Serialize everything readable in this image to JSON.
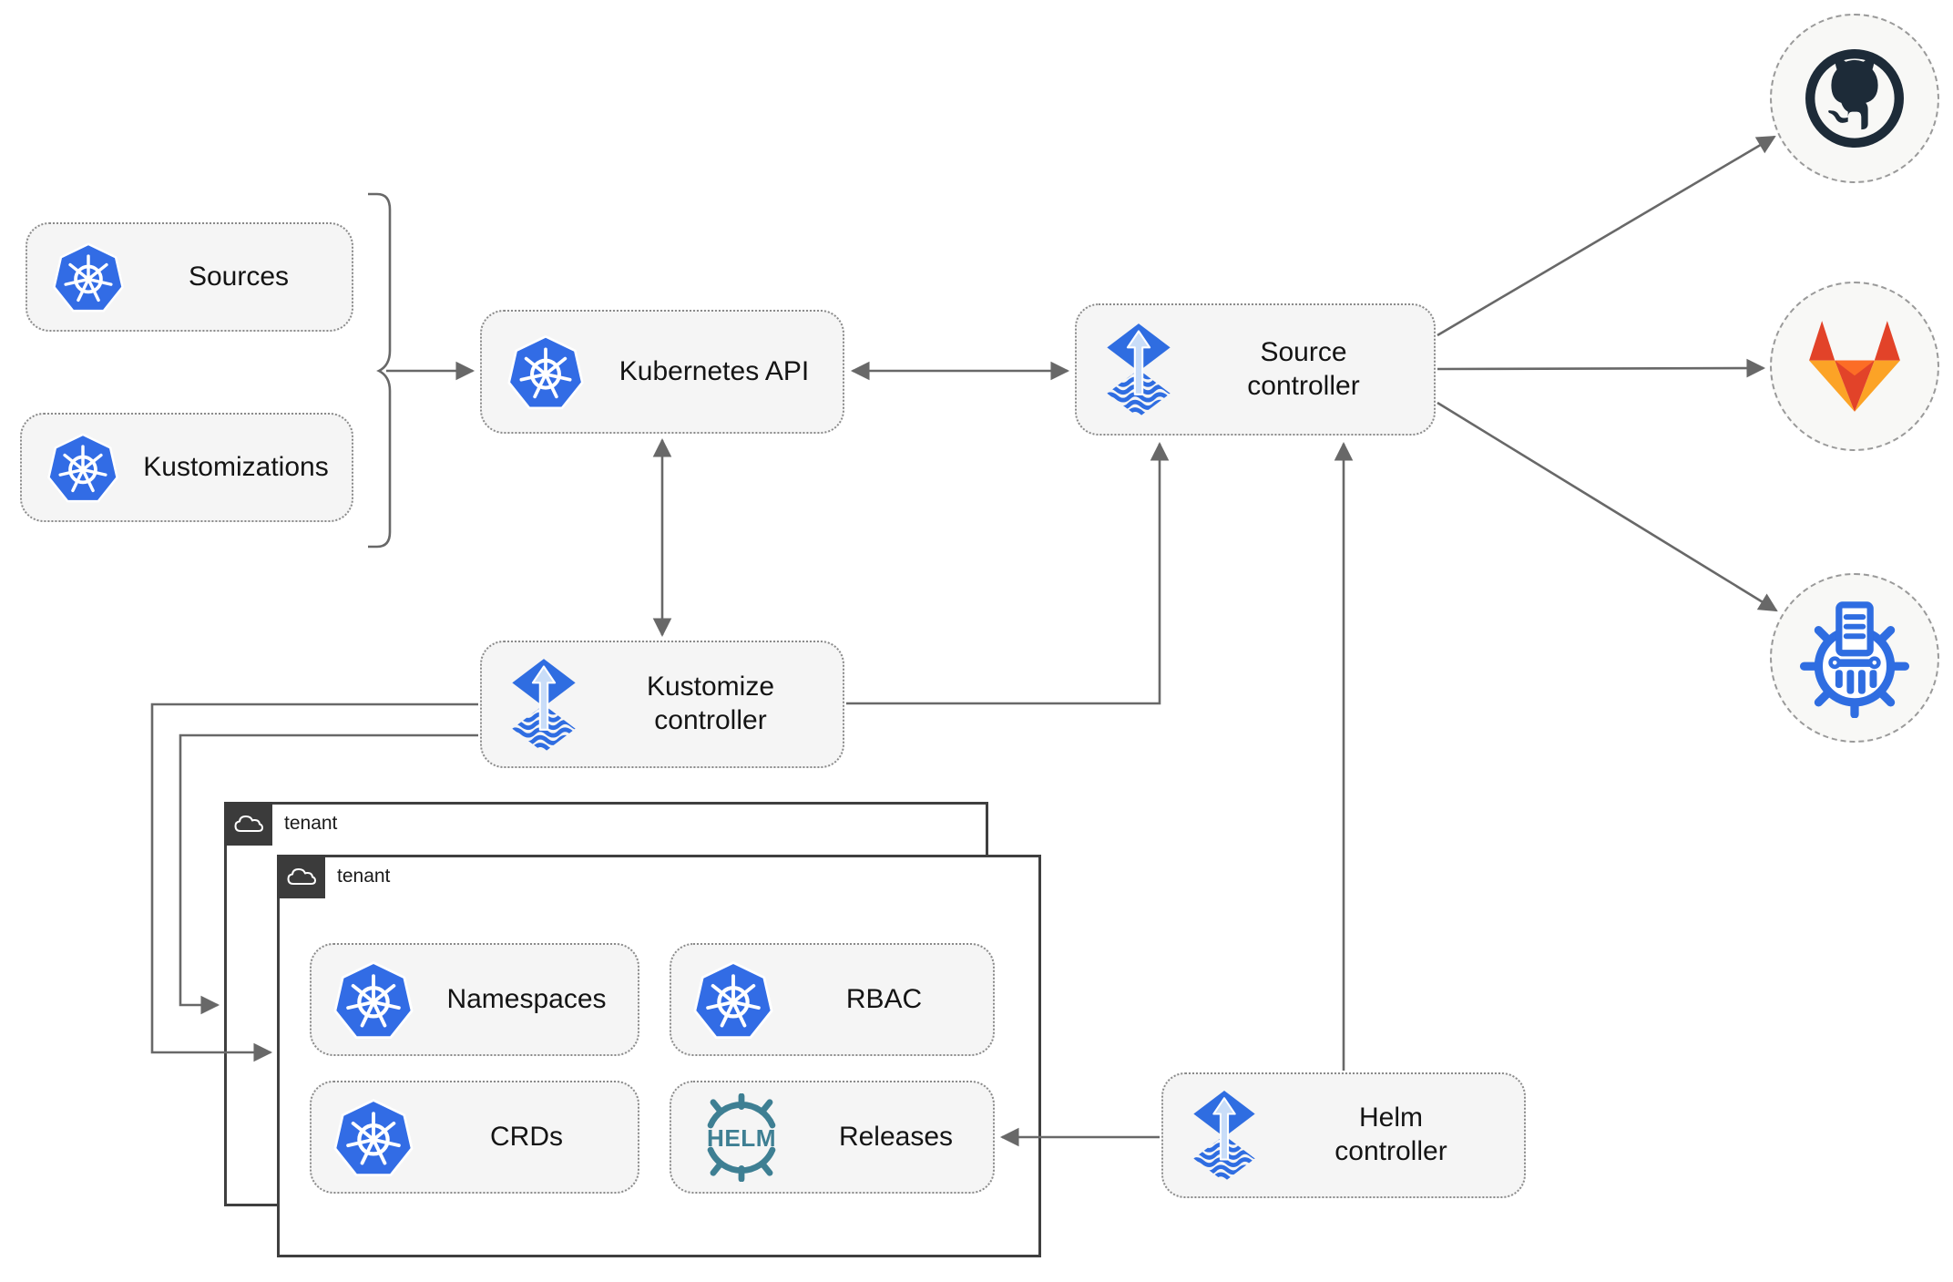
{
  "nodes": {
    "sources": {
      "label": "Sources",
      "icon": "kubernetes-icon"
    },
    "kustomizations": {
      "label": "Kustomizations",
      "icon": "kubernetes-icon"
    },
    "kubernetes_api": {
      "label": "Kubernetes API",
      "icon": "kubernetes-icon"
    },
    "source_controller": {
      "label": "Source controller",
      "icon": "flux-icon"
    },
    "kustomize_controller": {
      "label": "Kustomize controller",
      "icon": "flux-icon"
    },
    "helm_controller": {
      "label": "Helm controller",
      "icon": "flux-icon"
    },
    "tenant_outer": {
      "label": "tenant",
      "icon": "cloud-icon"
    },
    "tenant_inner": {
      "label": "tenant",
      "icon": "cloud-icon"
    },
    "namespaces": {
      "label": "Namespaces",
      "icon": "kubernetes-icon"
    },
    "rbac": {
      "label": "RBAC",
      "icon": "kubernetes-icon"
    },
    "crds": {
      "label": "CRDs",
      "icon": "kubernetes-icon"
    },
    "releases": {
      "label": "Releases",
      "icon": "helm-icon",
      "logo_text": "HELM"
    },
    "github": {
      "icon": "github-icon"
    },
    "gitlab": {
      "icon": "gitlab-icon"
    },
    "chartmuseum": {
      "icon": "chartmuseum-icon"
    }
  },
  "edges": [
    {
      "from": "sources+kustomizations",
      "to": "kubernetes_api",
      "style": "brace-arrow"
    },
    {
      "from": "kubernetes_api",
      "to": "source_controller",
      "style": "bidirectional"
    },
    {
      "from": "kubernetes_api",
      "to": "kustomize_controller",
      "style": "bidirectional"
    },
    {
      "from": "kustomize_controller",
      "to": "source_controller",
      "style": "arrow"
    },
    {
      "from": "kustomize_controller",
      "to": "tenant_outer",
      "style": "arrow"
    },
    {
      "from": "kustomize_controller",
      "to": "tenant_inner",
      "style": "arrow"
    },
    {
      "from": "helm_controller",
      "to": "source_controller",
      "style": "arrow"
    },
    {
      "from": "helm_controller",
      "to": "releases",
      "style": "arrow"
    },
    {
      "from": "source_controller",
      "to": "github",
      "style": "arrow"
    },
    {
      "from": "source_controller",
      "to": "gitlab",
      "style": "arrow"
    },
    {
      "from": "source_controller",
      "to": "chartmuseum",
      "style": "arrow"
    }
  ],
  "colors": {
    "kubernetes_blue": "#326ce5",
    "flux_blue": "#2f6de1",
    "flux_arrow_light": "#c9ddf8",
    "helm_teal": "#3e7f93",
    "github_dark": "#1d2b38",
    "gitlab_red_orange": "#e24329",
    "gitlab_orange": "#fc6d26",
    "gitlab_amber": "#fca326",
    "chartmuseum_blue": "#2f6de1",
    "node_fill": "#f5f5f5",
    "wire_gray": "#686868",
    "tenant_border": "#3f3f3f",
    "tab_dark": "#3b3b3b"
  }
}
